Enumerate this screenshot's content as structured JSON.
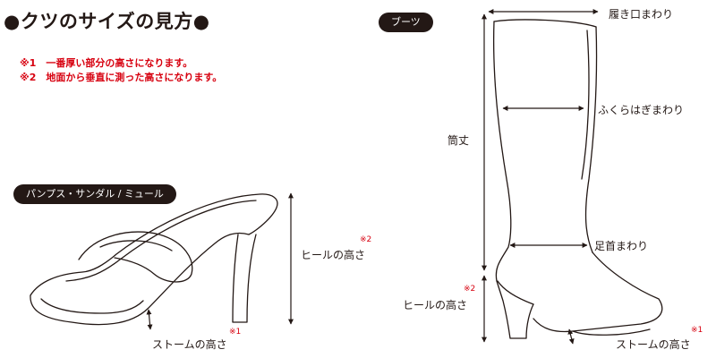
{
  "title": "●クツのサイズの見方●",
  "notes": [
    "※1　一番厚い部分の高さになります。",
    "※2　地面から垂直に測った高さになります。"
  ],
  "pumps": {
    "tag": "パンプス・サンダル / ミュール",
    "heel_label": "ヒールの高さ",
    "heel_mark": "※2",
    "storm_label": "ストームの高さ",
    "storm_mark": "※1"
  },
  "boots": {
    "tag": "ブーツ",
    "top_label": "履き口まわり",
    "calf_label": "ふくらはぎまわり",
    "shaft_label": "筒丈",
    "ankle_label": "足首まわり",
    "heel_label": "ヒールの高さ",
    "heel_mark": "※2",
    "storm_label": "ストームの高さ",
    "storm_mark": "※1"
  },
  "colors": {
    "accent_red": "#d7000f",
    "ink": "#231815"
  }
}
